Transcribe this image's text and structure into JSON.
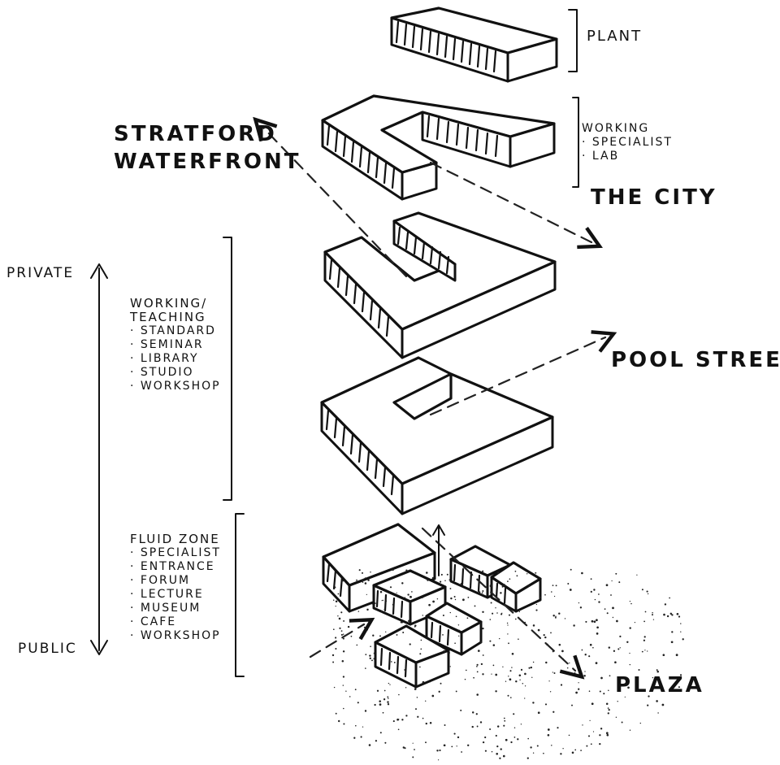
{
  "labels": {
    "plant": "PLANT",
    "working": "WORKING",
    "working_items": [
      "SPECIALIST",
      "LAB"
    ],
    "stratford_line1": "STRATFORD",
    "stratford_line2": "WATERFRONT",
    "the_city": "THE CITY",
    "private": "PRIVATE",
    "public": "PUBLIC",
    "teaching_line1": "WORKING/",
    "teaching_line2": "TEACHING",
    "teaching_items": [
      "STANDARD",
      "SEMINAR",
      "LIBRARY",
      "STUDIO",
      "WORKSHOP"
    ],
    "pool_street": "POOL STREET",
    "fluid_zone": "FLUID ZONE",
    "fluid_items": [
      "SPECIALIST",
      "ENTRANCE",
      "FORUM",
      "LECTURE",
      "MUSEUM",
      "CAFE",
      "WORKSHOP"
    ],
    "plaza": "PLAZA"
  },
  "colors": {
    "ink": "#111111",
    "paper": "#ffffff"
  }
}
